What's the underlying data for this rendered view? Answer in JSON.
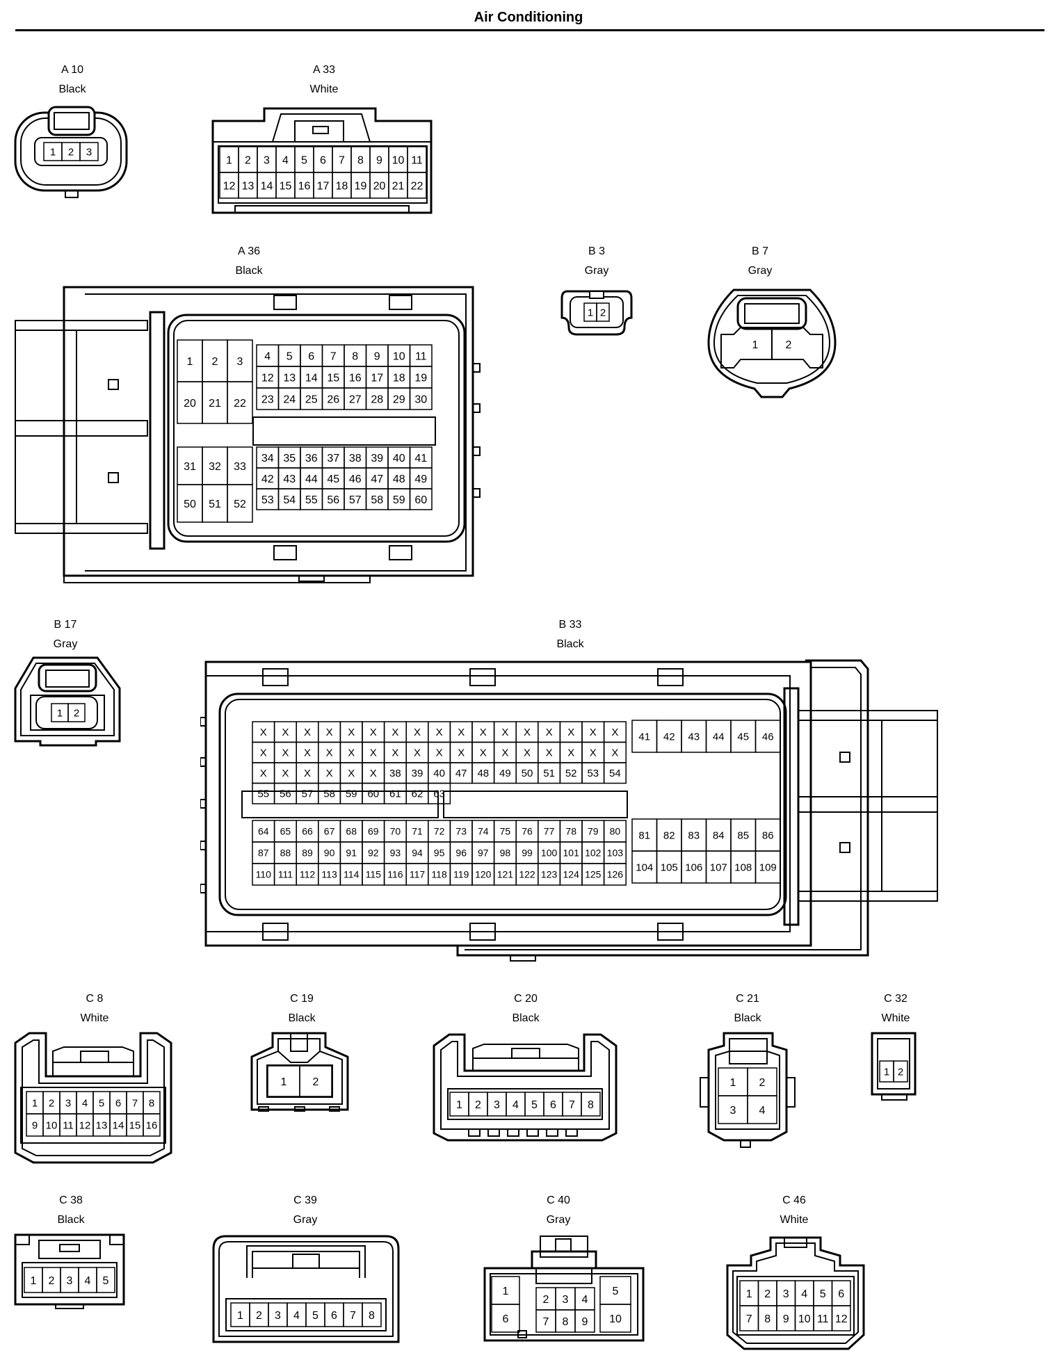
{
  "title": "Air Conditioning",
  "connectors": {
    "a10": {
      "id": "A 10",
      "color": "Black",
      "pins": [
        "1",
        "2",
        "3"
      ]
    },
    "a33": {
      "id": "A 33",
      "color": "White",
      "pins": [
        "1",
        "2",
        "3",
        "4",
        "5",
        "6",
        "7",
        "8",
        "9",
        "10",
        "11",
        "12",
        "13",
        "14",
        "15",
        "16",
        "17",
        "18",
        "19",
        "20",
        "21",
        "22"
      ]
    },
    "a36": {
      "id": "A 36",
      "color": "Black",
      "pins": [
        "1",
        "2",
        "3",
        "20",
        "21",
        "22",
        "4",
        "5",
        "6",
        "7",
        "8",
        "9",
        "10",
        "11",
        "12",
        "13",
        "14",
        "15",
        "16",
        "17",
        "18",
        "19",
        "23",
        "24",
        "25",
        "26",
        "27",
        "28",
        "29",
        "30",
        "31",
        "32",
        "33",
        "50",
        "51",
        "52",
        "34",
        "35",
        "36",
        "37",
        "38",
        "39",
        "40",
        "41",
        "42",
        "43",
        "44",
        "45",
        "46",
        "47",
        "48",
        "49",
        "53",
        "54",
        "55",
        "56",
        "57",
        "58",
        "59",
        "60"
      ]
    },
    "b3": {
      "id": "B 3",
      "color": "Gray",
      "pins": [
        "1",
        "2"
      ]
    },
    "b7": {
      "id": "B 7",
      "color": "Gray",
      "pins": [
        "1",
        "2"
      ]
    },
    "b17": {
      "id": "B 17",
      "color": "Gray",
      "pins": [
        "1",
        "2"
      ]
    },
    "b33": {
      "id": "B 33",
      "color": "Black",
      "pins": [
        "X",
        "X",
        "X",
        "X",
        "X",
        "X",
        "X",
        "X",
        "X",
        "X",
        "X",
        "X",
        "X",
        "X",
        "X",
        "X",
        "X",
        "X",
        "X",
        "X",
        "X",
        "X",
        "X",
        "X",
        "X",
        "X",
        "X",
        "X",
        "X",
        "X",
        "X",
        "X",
        "X",
        "X",
        "X",
        "X",
        "X",
        "X",
        "X",
        "X",
        "38",
        "39",
        "40",
        "47",
        "48",
        "49",
        "50",
        "51",
        "52",
        "53",
        "54",
        "55",
        "56",
        "57",
        "58",
        "59",
        "60",
        "61",
        "62",
        "63",
        "41",
        "42",
        "43",
        "44",
        "45",
        "46",
        "64",
        "65",
        "66",
        "67",
        "68",
        "69",
        "70",
        "71",
        "72",
        "73",
        "74",
        "75",
        "76",
        "77",
        "78",
        "79",
        "80",
        "87",
        "88",
        "89",
        "90",
        "91",
        "92",
        "93",
        "94",
        "95",
        "96",
        "97",
        "98",
        "99",
        "100",
        "101",
        "102",
        "103",
        "110",
        "111",
        "112",
        "113",
        "114",
        "115",
        "116",
        "117",
        "118",
        "119",
        "120",
        "121",
        "122",
        "123",
        "124",
        "125",
        "126",
        "81",
        "82",
        "83",
        "84",
        "85",
        "86",
        "104",
        "105",
        "106",
        "107",
        "108",
        "109"
      ]
    },
    "c8": {
      "id": "C 8",
      "color": "White",
      "pins": [
        "1",
        "2",
        "3",
        "4",
        "5",
        "6",
        "7",
        "8",
        "9",
        "10",
        "11",
        "12",
        "13",
        "14",
        "15",
        "16"
      ]
    },
    "c19": {
      "id": "C 19",
      "color": "Black",
      "pins": [
        "1",
        "2"
      ]
    },
    "c20": {
      "id": "C 20",
      "color": "Black",
      "pins": [
        "1",
        "2",
        "3",
        "4",
        "5",
        "6",
        "7",
        "8"
      ]
    },
    "c21": {
      "id": "C 21",
      "color": "Black",
      "pins": [
        "1",
        "2",
        "3",
        "4"
      ]
    },
    "c32": {
      "id": "C 32",
      "color": "White",
      "pins": [
        "1",
        "2"
      ]
    },
    "c38": {
      "id": "C 38",
      "color": "Black",
      "pins": [
        "1",
        "2",
        "3",
        "4",
        "5"
      ]
    },
    "c39": {
      "id": "C 39",
      "color": "Gray",
      "pins": [
        "1",
        "2",
        "3",
        "4",
        "5",
        "6",
        "7",
        "8"
      ]
    },
    "c40": {
      "id": "C 40",
      "color": "Gray",
      "pins": [
        "1",
        "6",
        "2",
        "3",
        "4",
        "7",
        "8",
        "9",
        "5",
        "10"
      ]
    },
    "c46": {
      "id": "C 46",
      "color": "White",
      "pins": [
        "1",
        "2",
        "3",
        "4",
        "5",
        "6",
        "7",
        "8",
        "9",
        "10",
        "11",
        "12"
      ]
    }
  }
}
